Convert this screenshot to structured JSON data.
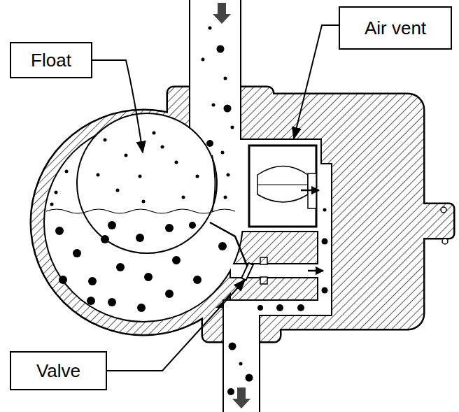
{
  "diagram": {
    "nodes": [
      {
        "text": [
          "Air vent"
        ]
      },
      {
        "text": [
          "Float"
        ]
      },
      {
        "text": [
          "Valve"
        ]
      }
    ]
  }
}
